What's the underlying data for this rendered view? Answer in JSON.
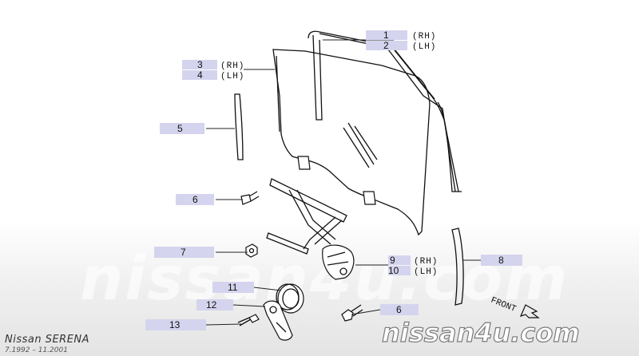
{
  "callouts": [
    {
      "num": "1",
      "side": "(RH)"
    },
    {
      "num": "2",
      "side": "(LH)"
    },
    {
      "num": "3",
      "side": "(RH)"
    },
    {
      "num": "4",
      "side": "(LH)"
    },
    {
      "num": "5",
      "side": ""
    },
    {
      "num": "6",
      "side": ""
    },
    {
      "num": "7",
      "side": ""
    },
    {
      "num": "8",
      "side": ""
    },
    {
      "num": "9",
      "side": "(RH)"
    },
    {
      "num": "10",
      "side": "(LH)"
    },
    {
      "num": "11",
      "side": ""
    },
    {
      "num": "12",
      "side": ""
    },
    {
      "num": "13",
      "side": ""
    },
    {
      "num": "6",
      "side": ""
    }
  ],
  "front_label": "FRONT",
  "model": {
    "name": "Nissan SERENA",
    "years": "7.1992 – 11.2001"
  },
  "watermark": {
    "text": "nissan4u.com",
    "corner": "nissan4u.com"
  },
  "colors": {
    "label_fill": "#d4d4ee",
    "line": "#111111"
  }
}
